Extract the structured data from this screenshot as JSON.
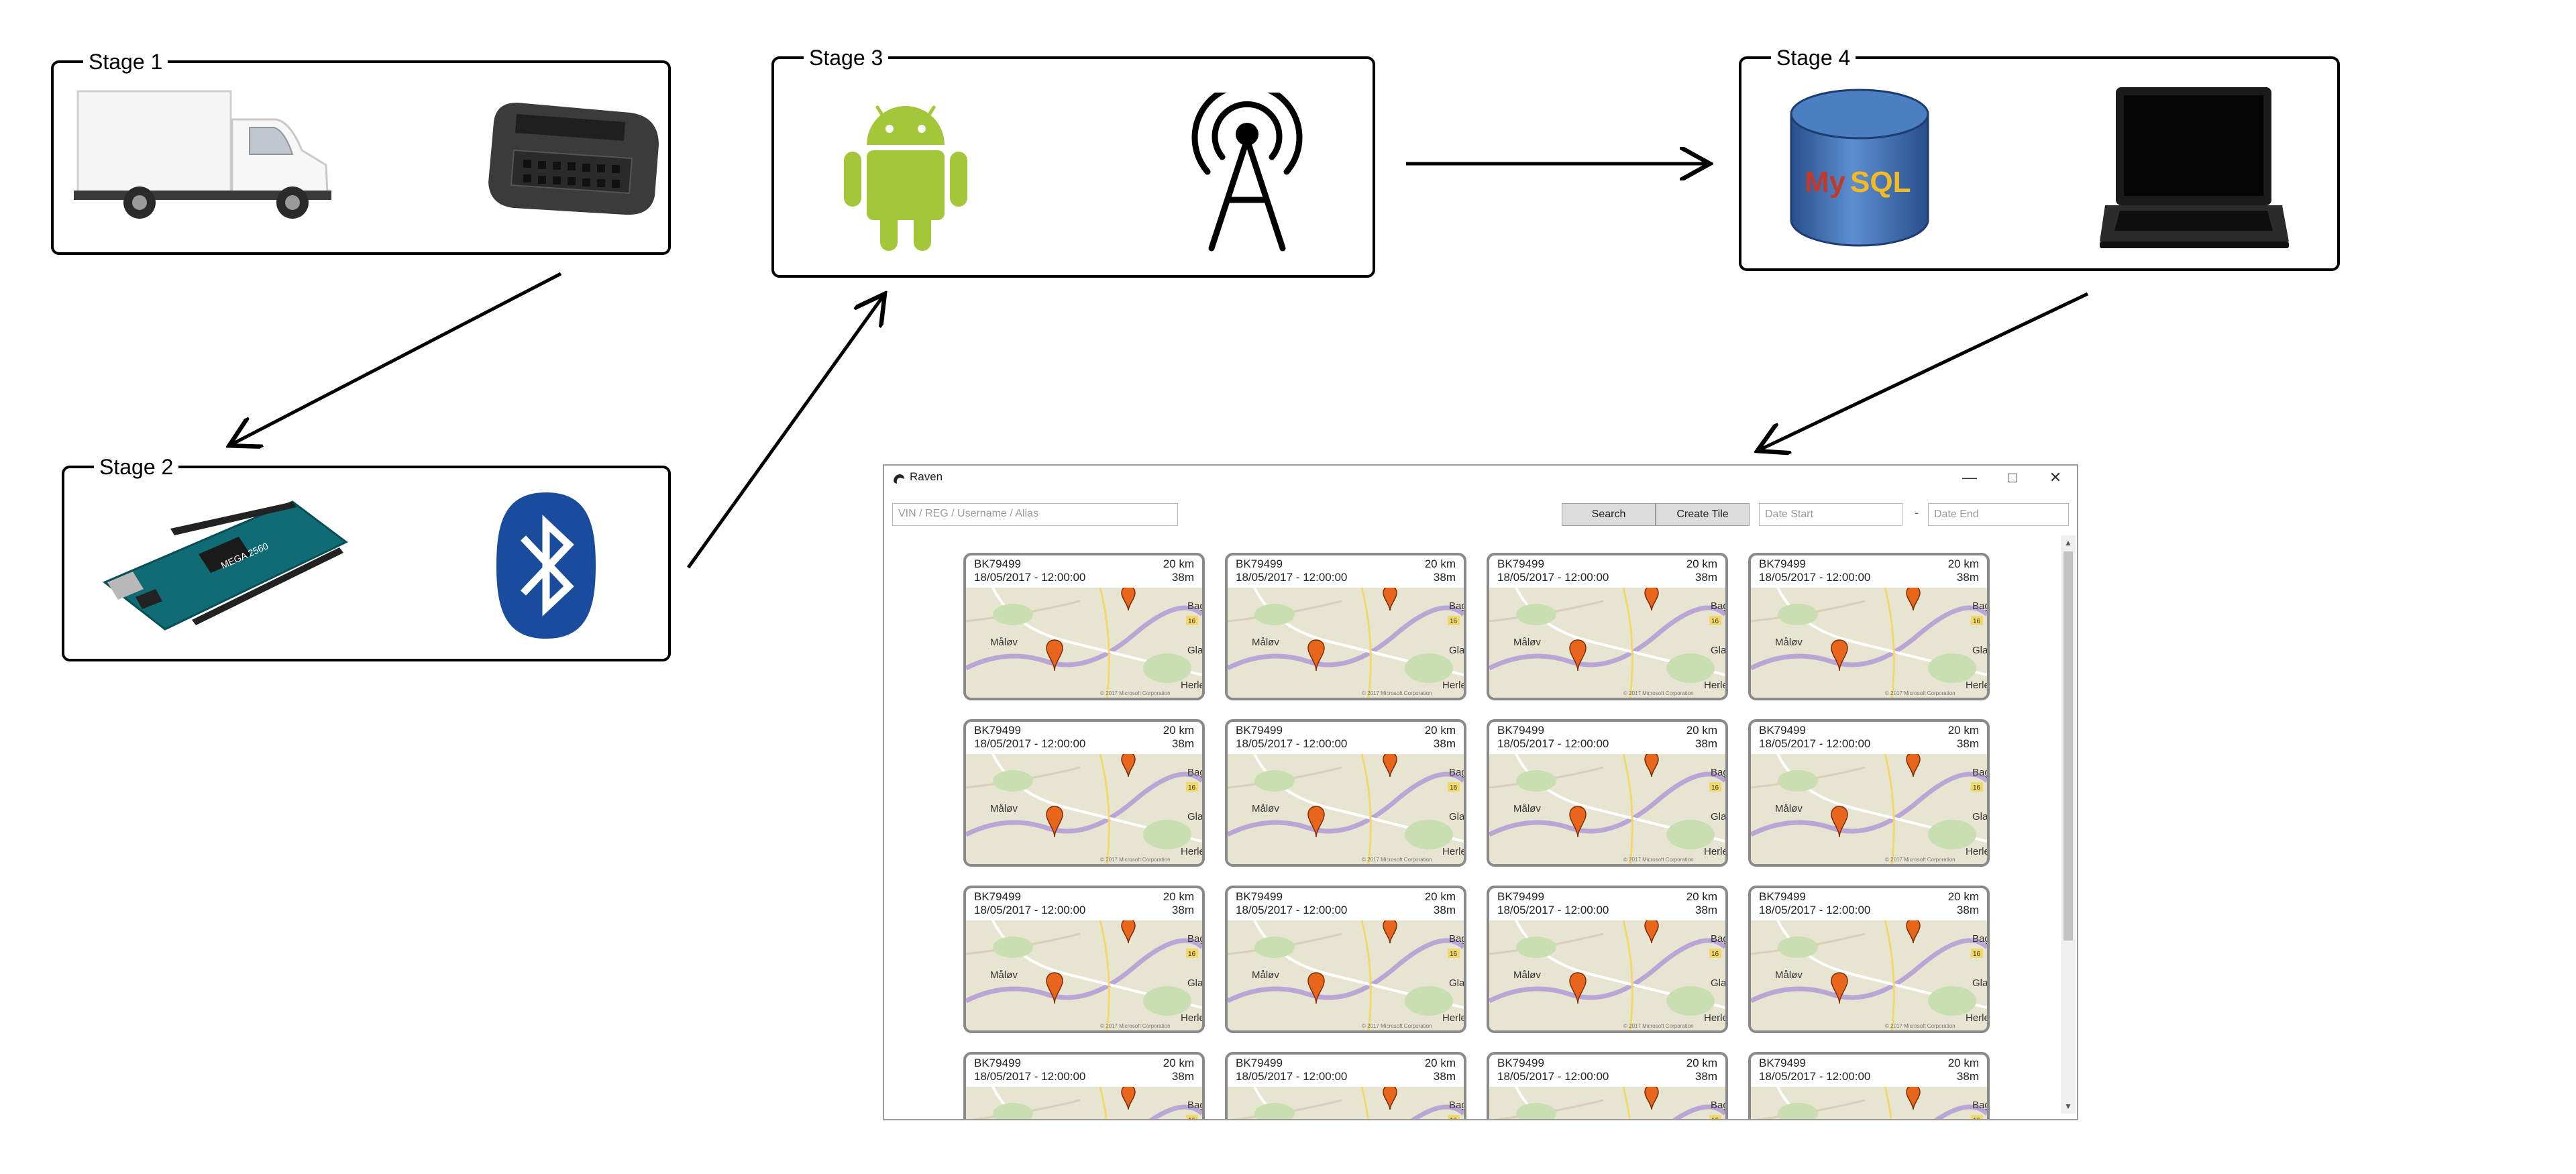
{
  "stages": [
    {
      "label": "Stage 1"
    },
    {
      "label": "Stage 2"
    },
    {
      "label": "Stage 3"
    },
    {
      "label": "Stage 4"
    }
  ],
  "icons": {
    "stage1": [
      "truck-icon",
      "obd-connector-icon"
    ],
    "stage2": [
      "arduino-board-icon",
      "bluetooth-icon"
    ],
    "stage3": [
      "android-icon",
      "radio-tower-icon"
    ],
    "stage4": [
      "mysql-database-icon",
      "laptop-icon"
    ]
  },
  "colors": {
    "android_green": "#a4c639",
    "bluetooth_blue": "#1a4c9e",
    "mysql_blue": "#3b6fb5",
    "arduino_teal": "#0f6b74",
    "pin_orange": "#e8651c",
    "map_bg": "#e8e4d2"
  },
  "raven": {
    "title": "Raven",
    "search_placeholder": "VIN / REG / Username / Alias",
    "search_button": "Search",
    "create_tile_button": "Create Tile",
    "date_start_placeholder": "Date Start",
    "date_separator": "-",
    "date_end_placeholder": "Date End",
    "tile": {
      "id": "BK79499",
      "date": "18/05/2017 - 12:00:00",
      "distance": "20 km",
      "duration": "38m",
      "map_labels": [
        "Måløv",
        "Bag",
        "Glad",
        "Herle"
      ],
      "map_road_number": "16",
      "map_copyright": "© 2017 Microsoft Corporation"
    },
    "tile_rows": 4,
    "tile_cols": 4
  }
}
